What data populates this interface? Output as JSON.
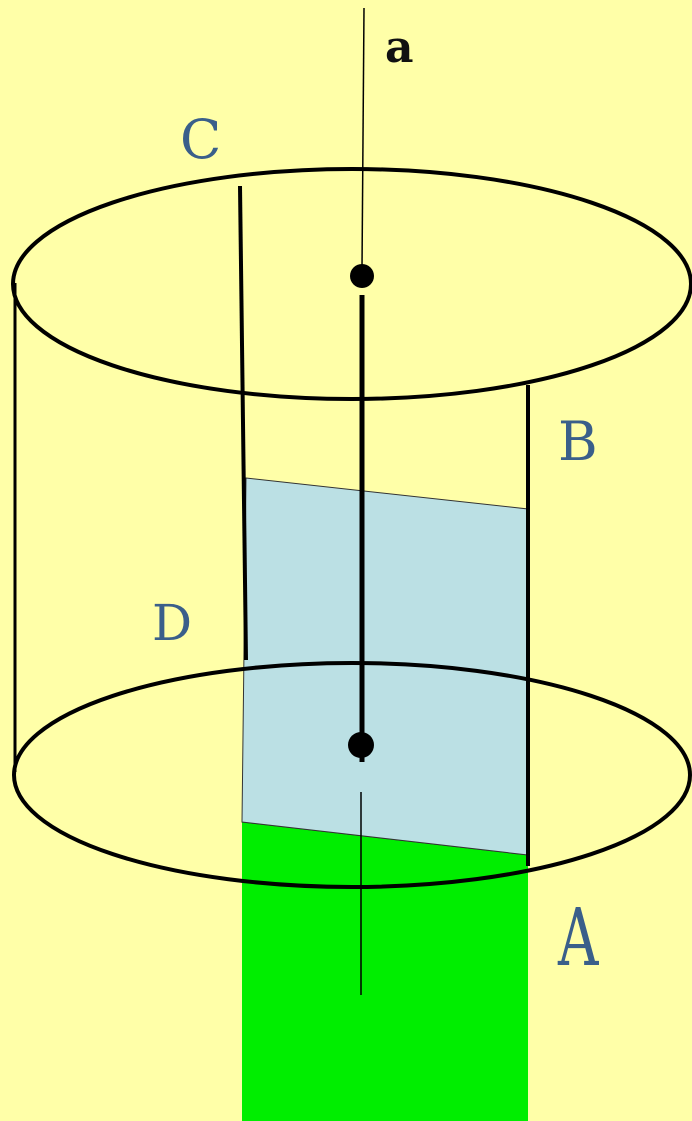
{
  "diagram": {
    "labels": {
      "a": "a",
      "A": "A",
      "B": "B",
      "C": "C",
      "D": "D"
    },
    "colors": {
      "background": "#ffffa8",
      "plane_fill": "#bbe0e4",
      "lower_fill": "#00ee00",
      "stroke": "#000000",
      "label": "#3a5f8a"
    }
  }
}
